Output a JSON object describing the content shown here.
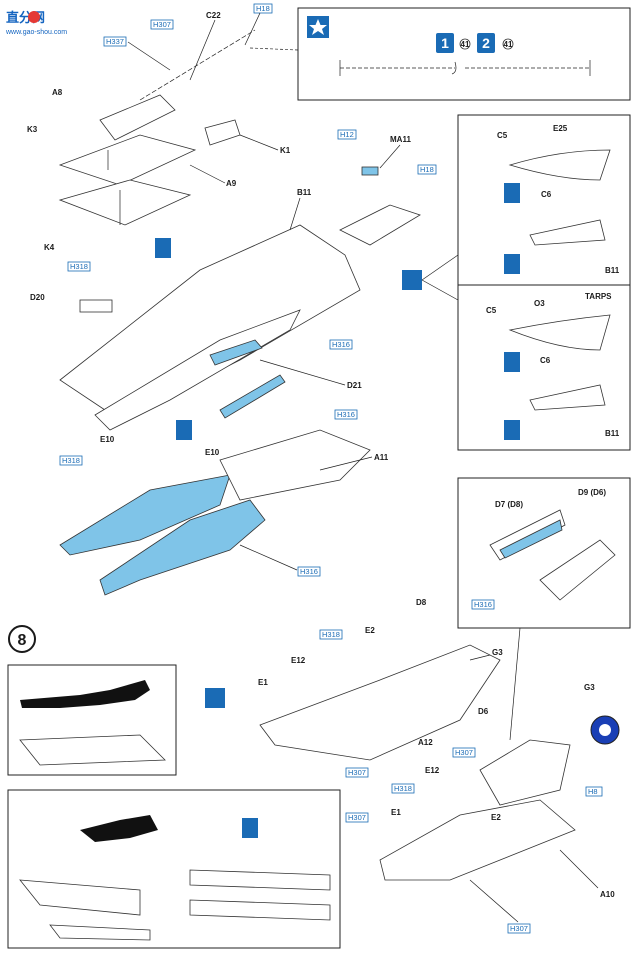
{
  "watermark": {
    "name": "直分网",
    "url": "www.gao-shou.com",
    "brand_color": "#1565c0"
  },
  "step": {
    "number": "8"
  },
  "colors": {
    "accent_blue": "#7fc4e8",
    "code_blue": "#1a6bb5",
    "ink": "#1a1a1a"
  },
  "labels": {
    "C22": "C22",
    "A8": "A8",
    "K3": "K3",
    "K4": "K4",
    "K1": "K1",
    "A9": "A9",
    "D20": "D20",
    "B11": "B11",
    "MA11": "MA11",
    "D21": "D21",
    "E10a": "E10",
    "E10b": "E10",
    "A11": "A11",
    "C5a": "C5",
    "E25": "E25",
    "C6a": "C6",
    "B11a": "B11",
    "C5b": "C5",
    "O3": "O3",
    "TARPS": "TARPS",
    "C6b": "C6",
    "B11b": "B11",
    "D7": "D7 (D8)",
    "D9": "D9 (D6)",
    "D8": "D8",
    "G3a": "G3",
    "E2a": "E2",
    "E12a": "E12",
    "E1a": "E1",
    "D6": "D6",
    "A12": "A12",
    "G3b": "G3",
    "E12b": "E12",
    "E1b": "E1",
    "E2b": "E2",
    "A10": "A10"
  },
  "codes": {
    "h18a": "H18",
    "h307a": "H307",
    "h337": "H337",
    "h12": "H12",
    "h18b": "H18",
    "h318a": "H318",
    "h316a": "H316",
    "h316b": "H316",
    "h318b": "H318",
    "h316c": "H316",
    "h316d": "H316",
    "h318c": "H318",
    "h307b": "H307",
    "h307c": "H307",
    "h8": "H8",
    "h318d": "H318",
    "h307d": "H307",
    "h307e": "H307"
  },
  "variants": {
    "v1": "1",
    "v2": "2",
    "ref1": "41",
    "ref2": "41"
  }
}
